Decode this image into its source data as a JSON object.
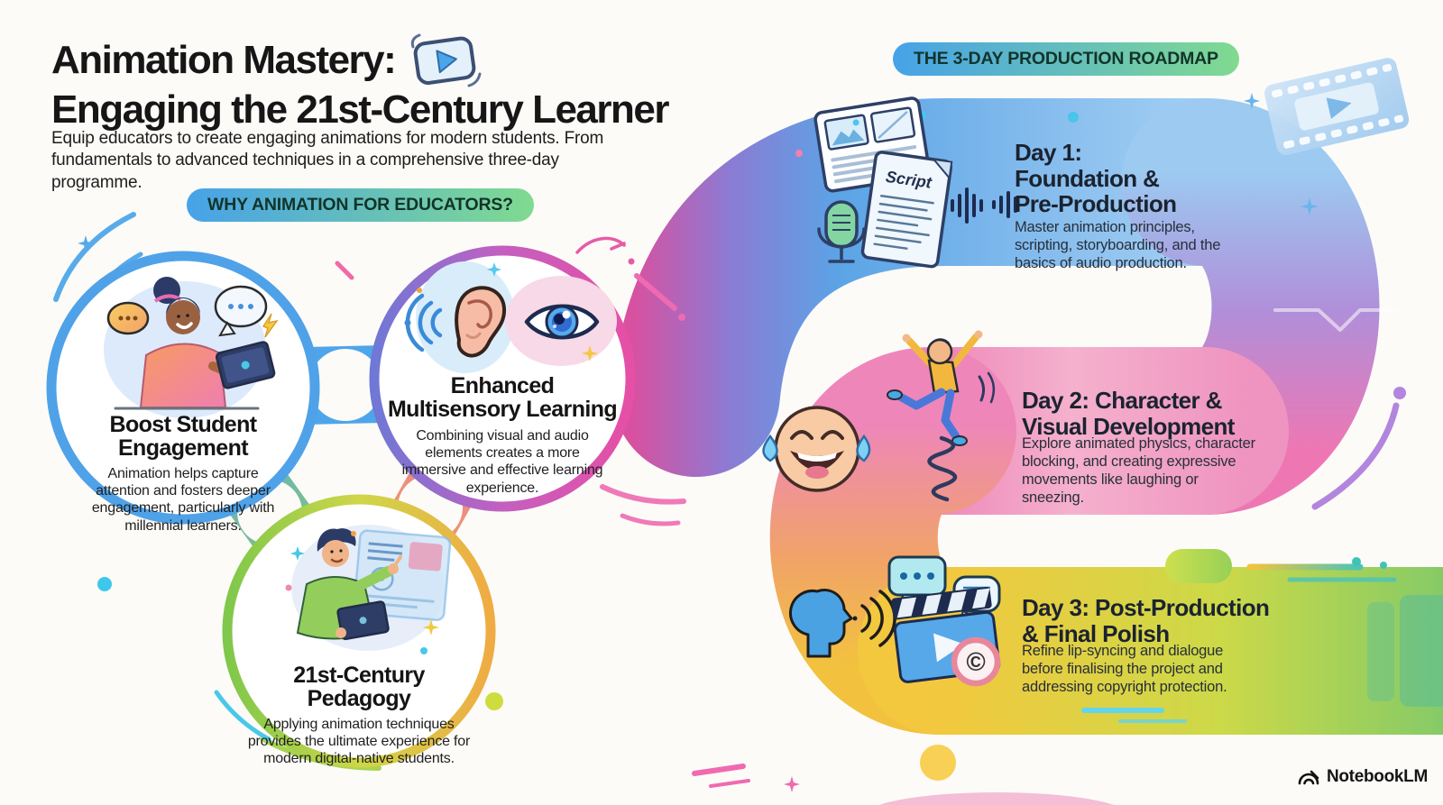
{
  "header": {
    "title_line1": "Animation Mastery:",
    "title_line2": "Engaging the 21st-Century Learner",
    "subtitle": "Equip educators to create engaging animations for modern students. From fundamentals to advanced techniques in a comprehensive three-day programme."
  },
  "why_section": {
    "badge": "WHY ANIMATION FOR EDUCATORS?",
    "items": [
      {
        "title": "Boost Student Engagement",
        "title_lines": [
          "Boost Student",
          "Engagement"
        ],
        "description": "Animation helps capture attention and fosters deeper engagement, particularly with millennial learners.",
        "icon": "student-with-tablet-illustration",
        "ring_color": "#4fa2e8"
      },
      {
        "title": "Enhanced Multisensory Learning",
        "title_lines": [
          "Enhanced",
          "Multisensory Learning"
        ],
        "description": "Combining visual and audio elements creates a more immersive and effective learning experience.",
        "icon": "ear-and-eye-illustration",
        "ring_color": "#e64fa6"
      },
      {
        "title": "21st-Century Pedagogy",
        "title_lines": [
          "21st-Century",
          "Pedagogy"
        ],
        "description": "Applying animation techniques provides the ultimate experience for modern digital-native students.",
        "icon": "teacher-with-screen-illustration",
        "ring_color": "#8fcc4a"
      }
    ]
  },
  "roadmap_section": {
    "badge": "THE 3-DAY PRODUCTION ROADMAP",
    "script_label": "Script",
    "copyright_symbol": "©",
    "days": [
      {
        "title": "Day 1: Foundation & Pre-Production",
        "title_lines": [
          "Day 1:",
          "Foundation &",
          "Pre-Production"
        ],
        "description": "Master animation principles, scripting, storyboarding, and the basics of audio production.",
        "band_color": "#5ba4e6",
        "icons": [
          "storyboard-icon",
          "script-icon",
          "microphone-icon",
          "waveform-icon"
        ]
      },
      {
        "title": "Day 2: Character & Visual Development",
        "title_lines": [
          "Day 2: Character &",
          "Visual Development"
        ],
        "description": "Explore animated physics, character blocking, and creating expressive movements like laughing or sneezing.",
        "band_color": "#f3a6c8",
        "icons": [
          "laughing-emoji-icon",
          "spring-character-icon"
        ]
      },
      {
        "title": "Day 3: Post-Production & Final Polish",
        "title_lines": [
          "Day 3: Post-Production",
          "& Final Polish"
        ],
        "description": "Refine lip-syncing and dialogue before finalising the project and addressing copyright protection.",
        "band_color": "#e3d144",
        "icons": [
          "talking-head-icon",
          "speech-bubbles-icon",
          "clapperboard-icon",
          "copyright-icon"
        ]
      }
    ]
  },
  "footer": {
    "brand": "NotebookLM"
  },
  "colors": {
    "background": "#fcfbf8",
    "badge_gradient_start": "#47a2e8",
    "badge_gradient_end": "#80da90",
    "band_day1_blue": "#5ba4e6",
    "band_day2_pink": "#f3a6c8",
    "band_day3_yellow": "#f2c53c",
    "band_day3_green": "#83ca68",
    "accent_magenta": "#e64fa6"
  }
}
